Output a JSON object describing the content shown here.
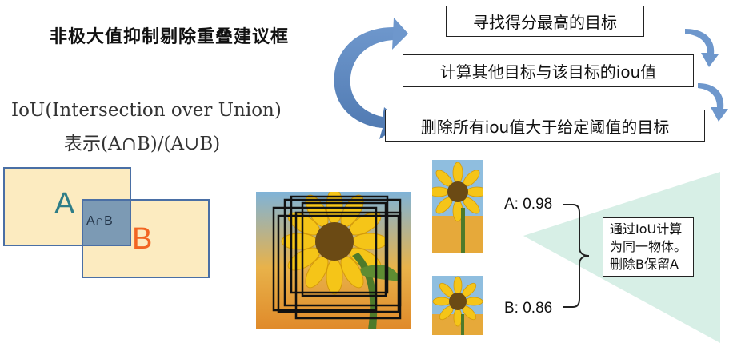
{
  "title": "非极大值抑制剔除重叠建议框",
  "iou": {
    "line1": "IoU(Intersection over Union)",
    "line2": "表示(A∩B)/(A∪B)"
  },
  "venn": {
    "label_a": "A",
    "label_b": "B",
    "label_intersection": "A∩B"
  },
  "steps": [
    "寻找得分最高的目标",
    "计算其他目标与该目标的iou值",
    "删除所有iou值大于给定阈值的目标"
  ],
  "scores": {
    "a": "A: 0.98",
    "b": "B: 0.86"
  },
  "conclusion": {
    "line1": "通过IoU计算",
    "line2": "为同一物体。",
    "line3": "删除B保留A"
  },
  "colors": {
    "box_fill": "#FCEBC0",
    "intersection_fill": "#7C9AB4",
    "label_a": "#2E7D87",
    "label_b": "#F26522",
    "arrow_blue": "#5B86C0",
    "triangle": "#D7EFE6"
  }
}
